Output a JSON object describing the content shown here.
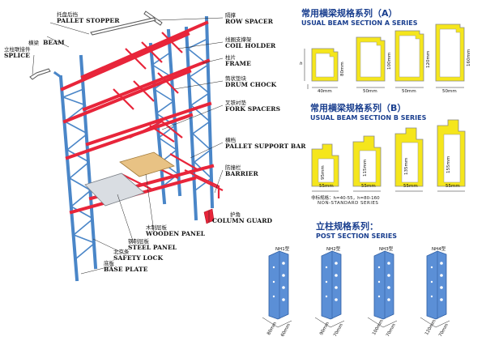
{
  "labels": {
    "pallet_stopper": {
      "cn": "托盘后挡",
      "en": "PALLET STOPPER"
    },
    "beam": {
      "cn": "横梁",
      "en": "BEAM"
    },
    "splice": {
      "cn": "立柱联接件",
      "en": "SPLICE"
    },
    "row_spacer": {
      "cn": "隔撑",
      "en": "ROW SPACER"
    },
    "coil_holder": {
      "cn": "线圈支撑架",
      "en": "COIL HOLDER"
    },
    "frame": {
      "cn": "柱片",
      "en": "FRAME"
    },
    "drum_chock": {
      "cn": "筒状垫块",
      "en": "DRUM CHOCK"
    },
    "fork_spacers": {
      "cn": "叉铁衬垫",
      "en": "FORK SPACERS"
    },
    "pallet_support_bar": {
      "cn": "横档",
      "en": "PALLET SUPPORT BAR"
    },
    "barrier": {
      "cn": "防撞栏",
      "en": "BARRIER"
    },
    "column_guard": {
      "cn": "护角",
      "en": "COLUMN GUARD"
    },
    "wooden_panel": {
      "cn": "木制层板",
      "en": "WOODEN PANEL"
    },
    "steel_panel": {
      "cn": "钢制层板",
      "en": "STEEL PANEL"
    },
    "safety_lock": {
      "cn": "北京条",
      "en": "SAFETY LOCK"
    },
    "base_plate": {
      "cn": "底板",
      "en": "BASE PLATE"
    }
  },
  "section_a": {
    "title_cn": "常用横梁规格系列（A）",
    "title_en": "USUAL BEAM SECTION A SERIES",
    "heights": [
      "80mm",
      "100mm",
      "120mm",
      "160mm"
    ],
    "widths": [
      "40mm",
      "50mm",
      "50mm",
      "50mm"
    ],
    "h_mark": "h"
  },
  "section_b": {
    "title_cn": "常用横梁规格系列（B）",
    "title_en": "USUAL BEAM SECTION B SERIES",
    "heights": [
      "95mm",
      "115mm",
      "135mm",
      "155mm"
    ],
    "widths": [
      "55mm",
      "55mm",
      "55mm",
      "55mm"
    ],
    "note_cn": "非标规格：h=40-55，h=80-160",
    "note_en": "NON-STANDARD SERIES"
  },
  "post_section": {
    "title_cn": "立柱规格系列：",
    "title_en": "POST SECTION SERIES",
    "names": [
      "NH1型",
      "NH2型",
      "NH3型",
      "NH4型"
    ],
    "dims": [
      [
        "80mm",
        "60mm"
      ],
      [
        "90mm",
        "70mm"
      ],
      [
        "100mm",
        "70mm"
      ],
      [
        "120mm",
        "70mm"
      ]
    ]
  },
  "colors": {
    "upright": "#4a86c8",
    "beam": "#e8253a",
    "profile": "#f5e61c",
    "post": "#5b8fd6",
    "title": "#1a3f8f"
  }
}
